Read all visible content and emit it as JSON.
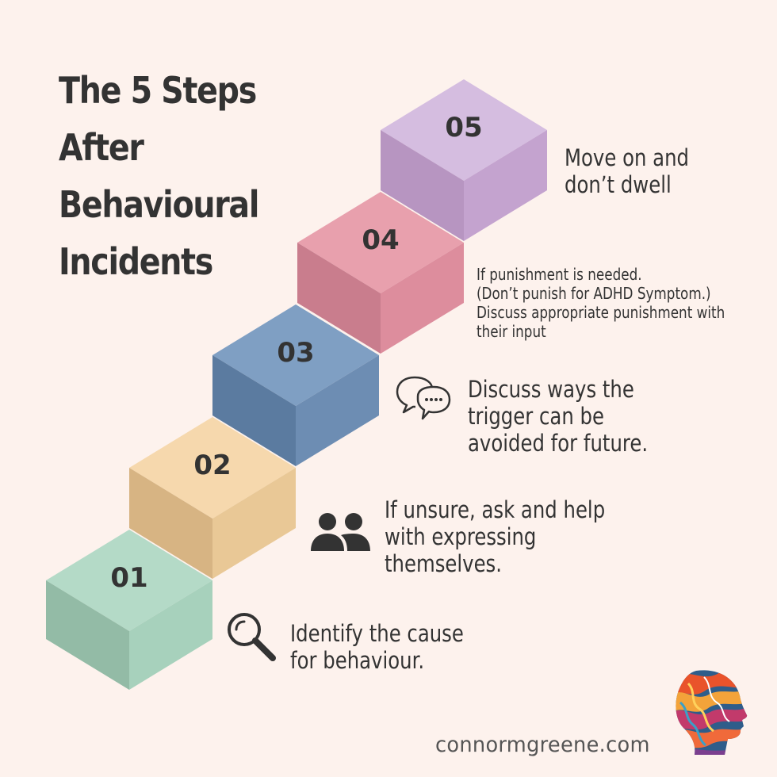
{
  "title": {
    "line1": "The 5 Steps",
    "line2": "After",
    "line3": "Behavioural",
    "line4": "Incidents"
  },
  "steps": [
    {
      "number": "01",
      "lines": [
        "Identify the cause",
        "for behaviour."
      ],
      "icon": "magnifier-icon",
      "color": "#a9d3be"
    },
    {
      "number": "02",
      "lines": [
        "If unsure, ask and help",
        "with expressing",
        "themselves."
      ],
      "icon": "people-icon",
      "color": "#efc98f"
    },
    {
      "number": "03",
      "lines": [
        "Discuss ways the",
        "trigger can be",
        "avoided for future."
      ],
      "icon": "chat-bubbles-icon",
      "color": "#6e8fb5"
    },
    {
      "number": "04",
      "lines": [
        "If punishment is needed.",
        "(Don’t punish for ADHD Symptom.)",
        "Discuss appropriate punishment with",
        "their input"
      ],
      "icon": "",
      "color": "#e093a3"
    },
    {
      "number": "05",
      "lines": [
        "Move on and",
        "don’t dwell"
      ],
      "icon": "",
      "color": "#c4a3cf"
    }
  ],
  "footer": {
    "website": "connormgreene.com"
  },
  "logo": {
    "icon": "colorful-head-logo-icon"
  }
}
